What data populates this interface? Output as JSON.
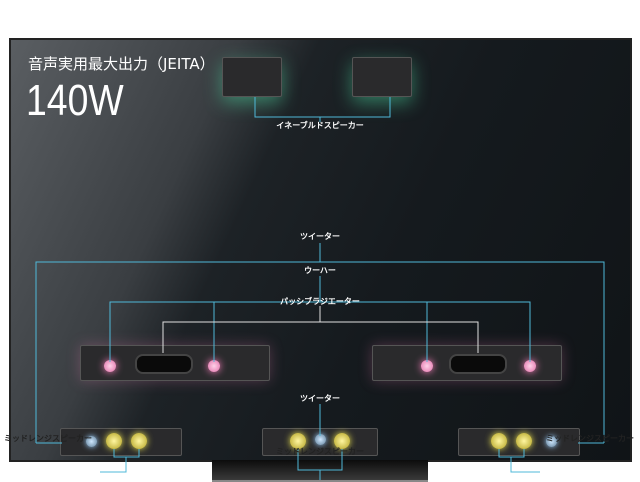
{
  "header": {
    "title": "音声実用最大出力（JEITA）",
    "power": "140W"
  },
  "labels": {
    "enabled_speaker": "イネーブルドスピーカー",
    "tweeter_top": "ツイーター",
    "woofer": "ウーハー",
    "passive_radiator": "パッシブラジエーター",
    "tweeter_center": "ツイーター",
    "midrange_left": "ミッドレンジスピーカー",
    "midrange_center": "ミッドレンジスピーカー",
    "midrange_right": "ミッドレンジスピーカー"
  },
  "colors": {
    "line_blue": "#4fb8d8",
    "line_white": "#e0e0e0",
    "woofer": "#e070a8",
    "midrange": "#e8e050",
    "enabled": "#50e6aa"
  }
}
